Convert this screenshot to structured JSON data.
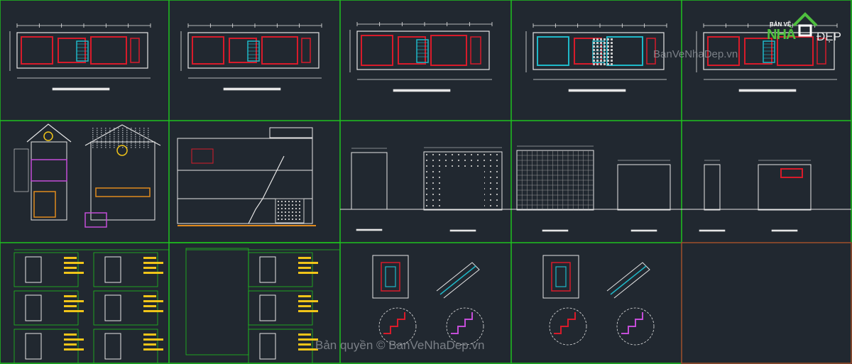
{
  "watermark": {
    "top": "BanVeNhaDep.vn",
    "bottom": "Bản quyền © BanVeNhaDep.vn"
  },
  "logo": {
    "small": "BẢN VẼ",
    "big": "NHÀ",
    "suffix": "ĐẸP"
  },
  "colors": {
    "background": "#212830",
    "frame": "#1fc11f",
    "wall_red": "#d81b2a",
    "line_white": "#e6e6e6",
    "cyan": "#1fb8c8",
    "yellow": "#f0c419",
    "magenta": "#c44dd8",
    "orange": "#e08a1e"
  }
}
